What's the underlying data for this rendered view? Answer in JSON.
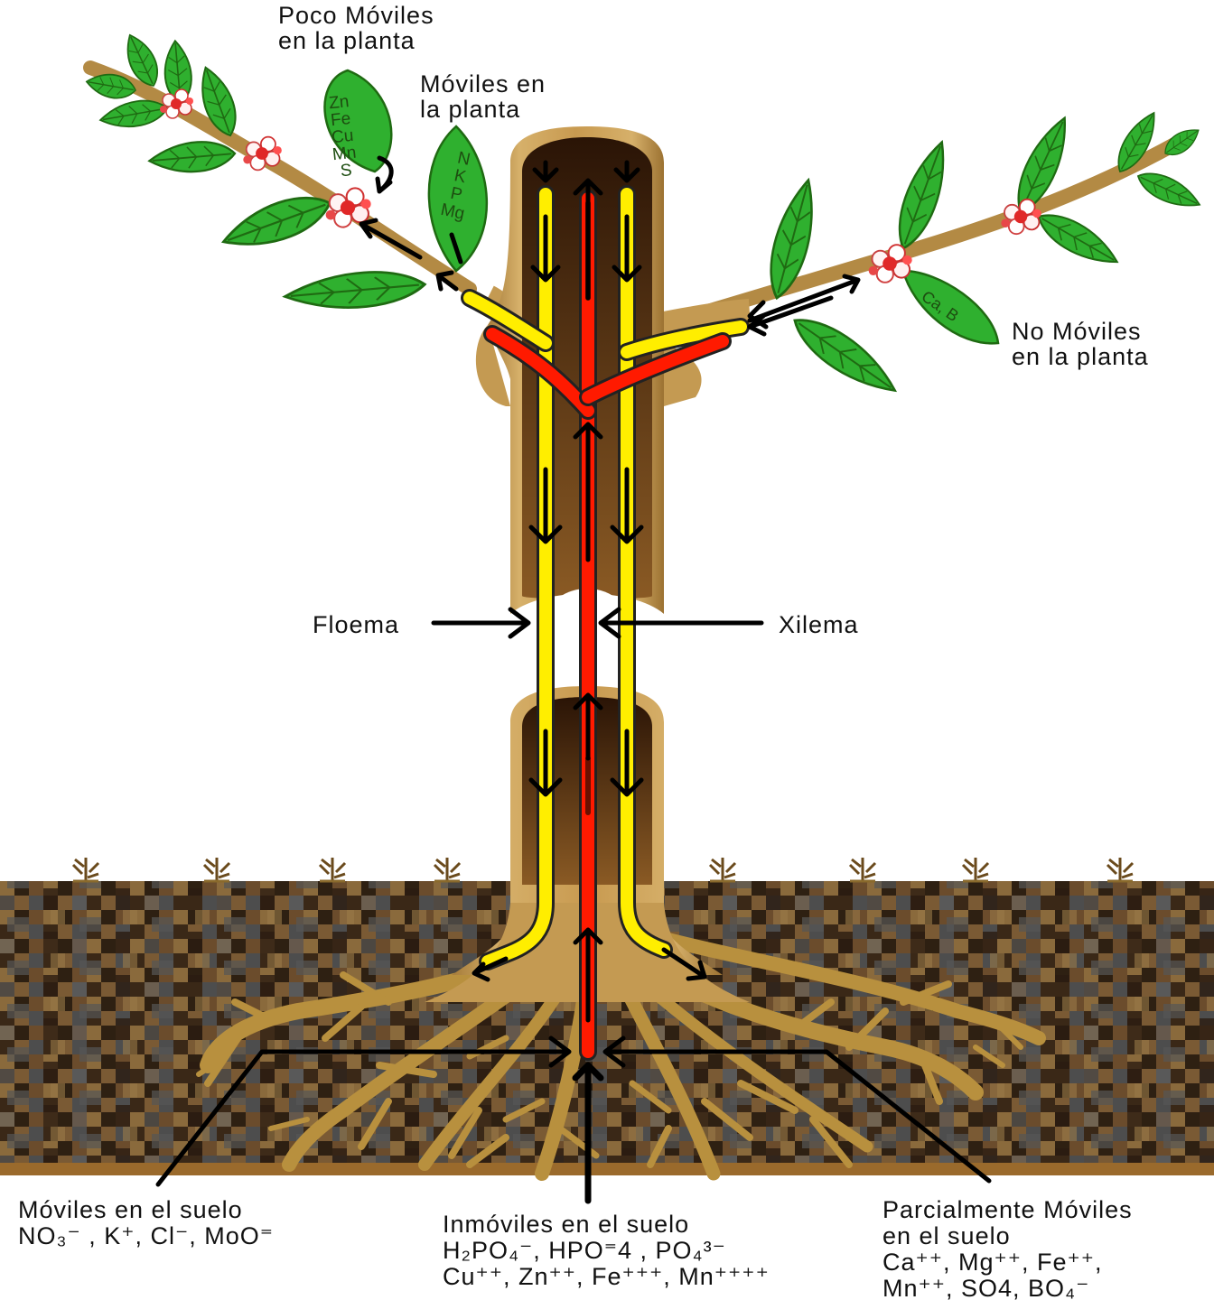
{
  "labels": {
    "poco_moviles": [
      "Poco Móviles",
      "en la planta"
    ],
    "moviles_planta": [
      "Móviles en",
      "la planta"
    ],
    "no_moviles": [
      "No Móviles",
      "en la planta"
    ],
    "floema": "Floema",
    "xilema": "Xilema"
  },
  "leaf_nutrients": {
    "poco_moviles": [
      "Zn",
      "Fe",
      "Cu",
      "Mn",
      "S"
    ],
    "moviles": [
      "N",
      "K",
      "P",
      "Mg"
    ],
    "no_moviles": "Ca, B"
  },
  "soil_groups": {
    "moviles_suelo": {
      "title": "Móviles en el suelo",
      "ions": [
        "NO₃⁻ , K⁺, Cl⁻, MoO⁼"
      ]
    },
    "inmoviles_suelo": {
      "title": "Inmóviles en el suelo",
      "ions": [
        "H₂PO₄⁻, HPO⁼4 ,  PO₄³⁻",
        "Cu⁺⁺, Zn⁺⁺, Fe⁺⁺⁺, Mn⁺⁺⁺⁺"
      ]
    },
    "parcialmente_moviles": {
      "title": [
        "Parcialmente Móviles",
        "en el suelo"
      ],
      "ions": [
        "Ca⁺⁺, Mg⁺⁺, Fe⁺⁺,",
        "Mn⁺⁺, SO4, BO₄⁻"
      ]
    }
  },
  "colors": {
    "leaf": "#2fb02f",
    "leaf_dark": "#1f6a12",
    "bark": "#c9a25a",
    "bark_dark": "#7a4a1c",
    "phloem": "#ffee00",
    "xylem": "#ff1a00",
    "soil_dark": "#3a2a1a",
    "soil_light": "#8a6a3a",
    "soil_gray": "#5a5a5a",
    "root": "#b08a40"
  }
}
